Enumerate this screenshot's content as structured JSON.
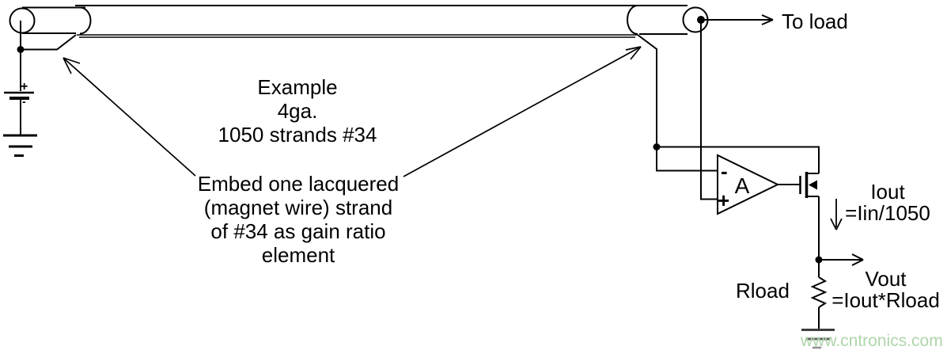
{
  "diagram": {
    "cable": {
      "example_note": "Example\n4ga.\n1050 strands #34",
      "embed_note": "Embed one lacquered\n(magnet wire) strand\nof #34 as gain ratio\nelement",
      "to_load_label": "To load"
    },
    "battery": {
      "plus": "+",
      "minus": "-"
    },
    "opamp": {
      "gain_label": "A",
      "minus": "-",
      "plus": "+"
    },
    "output": {
      "iout_label": "Iout\n=Iin/1050",
      "vout_label": "Vout\n=Iout*Rload",
      "rload_label": "Rload"
    },
    "watermark": "www.cntronics.com",
    "colors": {
      "line": "#000000",
      "text": "#000000",
      "watermark_green": "#aed6aa",
      "background": "#ffffff"
    }
  }
}
